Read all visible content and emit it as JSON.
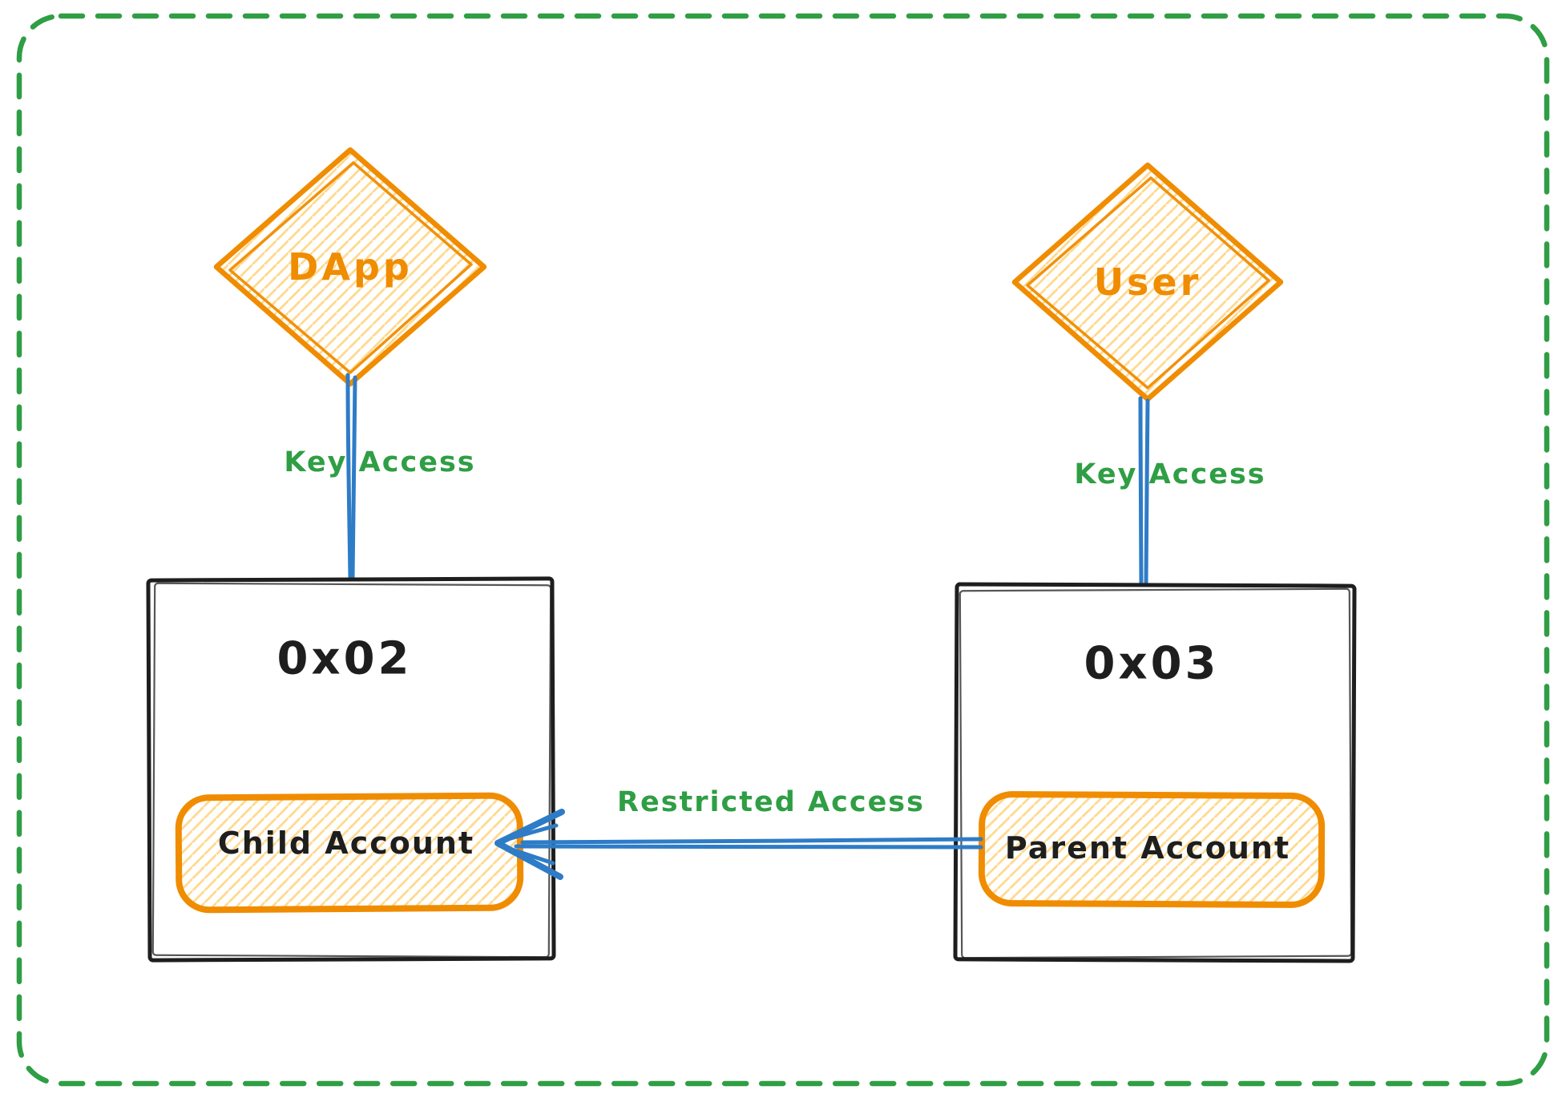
{
  "colors": {
    "orange": "#f08c00",
    "orange_fill": "#ffd98e",
    "green": "#2f9e44",
    "blue": "#2e7cc7",
    "ink": "#1e1e1e",
    "bg": "#ffffff"
  },
  "nodes": {
    "dapp": {
      "label": "DApp",
      "shape": "diamond"
    },
    "user": {
      "label": "User",
      "shape": "diamond"
    },
    "account_left": {
      "label": "0x02",
      "shape": "rectangle"
    },
    "account_right": {
      "label": "0x03",
      "shape": "rectangle"
    },
    "child_account": {
      "label": "Child Account",
      "shape": "rounded-rectangle"
    },
    "parent_account": {
      "label": "Parent Account",
      "shape": "rounded-rectangle"
    }
  },
  "edges": {
    "dapp_to_account_left": {
      "label": "Key Access"
    },
    "user_to_account_right": {
      "label": "Key Access"
    },
    "parent_to_child": {
      "label": "Restricted Access"
    }
  }
}
